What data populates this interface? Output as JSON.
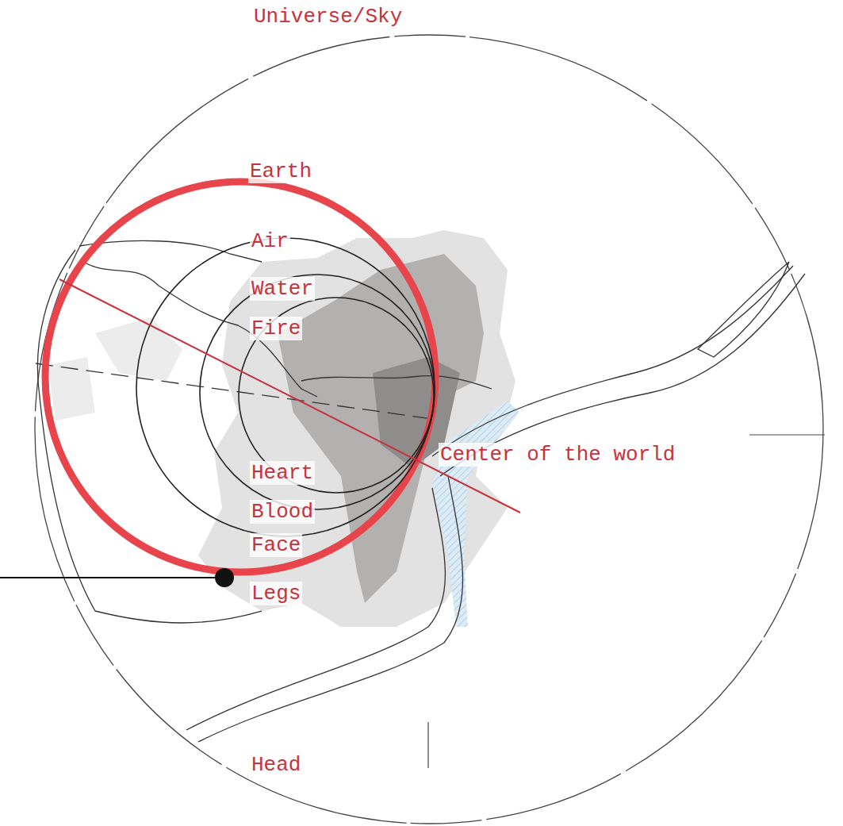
{
  "diagram": {
    "labels": [
      "Universe/Sky",
      "Earth",
      "Air",
      "Water",
      "Fire",
      "Center of the world",
      "Heart",
      "Blood",
      "Face",
      "Legs",
      "Head"
    ]
  }
}
